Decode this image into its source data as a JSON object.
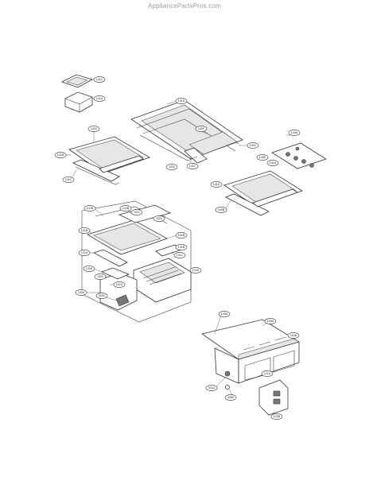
{
  "watermark": "AppliancePartsPros.com",
  "callouts": [
    {
      "label": "141C"
    },
    {
      "label": "141A"
    },
    {
      "label": "141D"
    },
    {
      "label": "140F"
    },
    {
      "label": "140C"
    },
    {
      "label": "320I"
    },
    {
      "label": "141C"
    },
    {
      "label": "144A"
    },
    {
      "label": "141E"
    },
    {
      "label": "141B"
    },
    {
      "label": "141C"
    },
    {
      "label": "140E"
    },
    {
      "label": "141A"
    },
    {
      "label": "141E"
    },
    {
      "label": "140B"
    },
    {
      "label": "142B"
    },
    {
      "label": "320I"
    },
    {
      "label": "142B"
    },
    {
      "label": "141B"
    },
    {
      "label": "320I"
    },
    {
      "label": "141B"
    },
    {
      "label": "131A"
    },
    {
      "label": "131B"
    },
    {
      "label": "131C"
    },
    {
      "label": "132A"
    },
    {
      "label": "130E"
    },
    {
      "label": "320I"
    },
    {
      "label": "130A"
    },
    {
      "label": "329C"
    },
    {
      "label": "141G"
    },
    {
      "label": "140A"
    },
    {
      "label": "155A"
    },
    {
      "label": "154A"
    },
    {
      "label": "121A"
    },
    {
      "label": "331A"
    },
    {
      "label": "305D"
    },
    {
      "label": "120B"
    }
  ]
}
